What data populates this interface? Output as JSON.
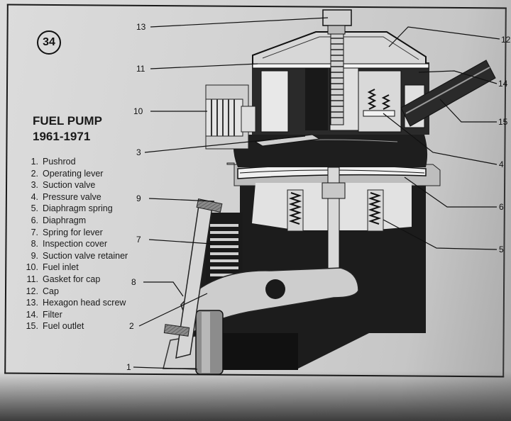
{
  "figure_number": "34",
  "title_line1": "FUEL PUMP",
  "title_line2": "1961-1971",
  "legend": [
    {
      "num": "1.",
      "label": "Pushrod"
    },
    {
      "num": "2.",
      "label": "Operating lever"
    },
    {
      "num": "3.",
      "label": "Suction valve"
    },
    {
      "num": "4.",
      "label": "Pressure valve"
    },
    {
      "num": "5.",
      "label": "Diaphragm spring"
    },
    {
      "num": "6.",
      "label": "Diaphragm"
    },
    {
      "num": "7.",
      "label": "Spring for lever"
    },
    {
      "num": "8.",
      "label": "Inspection cover"
    },
    {
      "num": "9.",
      "label": "Suction valve retainer"
    },
    {
      "num": "10.",
      "label": "Fuel inlet"
    },
    {
      "num": "11.",
      "label": "Gasket for cap"
    },
    {
      "num": "12.",
      "label": "Cap"
    },
    {
      "num": "13.",
      "label": "Hexagon head screw"
    },
    {
      "num": "14.",
      "label": "Filter"
    },
    {
      "num": "15.",
      "label": "Fuel outlet"
    }
  ],
  "callouts": {
    "c1": "1",
    "c2": "2",
    "c3": "3",
    "c4": "4",
    "c5": "5",
    "c6": "6",
    "c7": "7",
    "c8": "8",
    "c9": "9",
    "c10": "10",
    "c11": "11",
    "c12": "12",
    "c13": "13",
    "c14": "14",
    "c15": "15"
  }
}
